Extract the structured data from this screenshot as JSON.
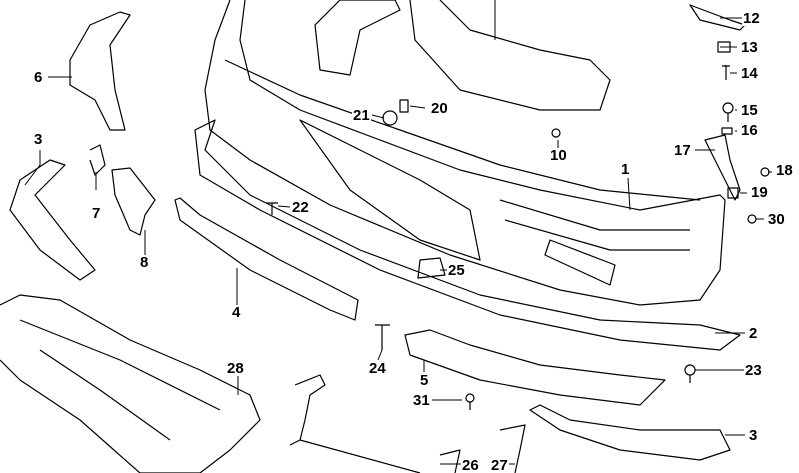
{
  "diagram": {
    "type": "exploded parts diagram",
    "callouts": [
      "1",
      "2",
      "3",
      "3",
      "4",
      "5",
      "6",
      "7",
      "8",
      "10",
      "12",
      "13",
      "14",
      "15",
      "16",
      "17",
      "18",
      "19",
      "20",
      "21",
      "22",
      "23",
      "24",
      "25",
      "26",
      "27",
      "28",
      "30",
      "31"
    ]
  }
}
